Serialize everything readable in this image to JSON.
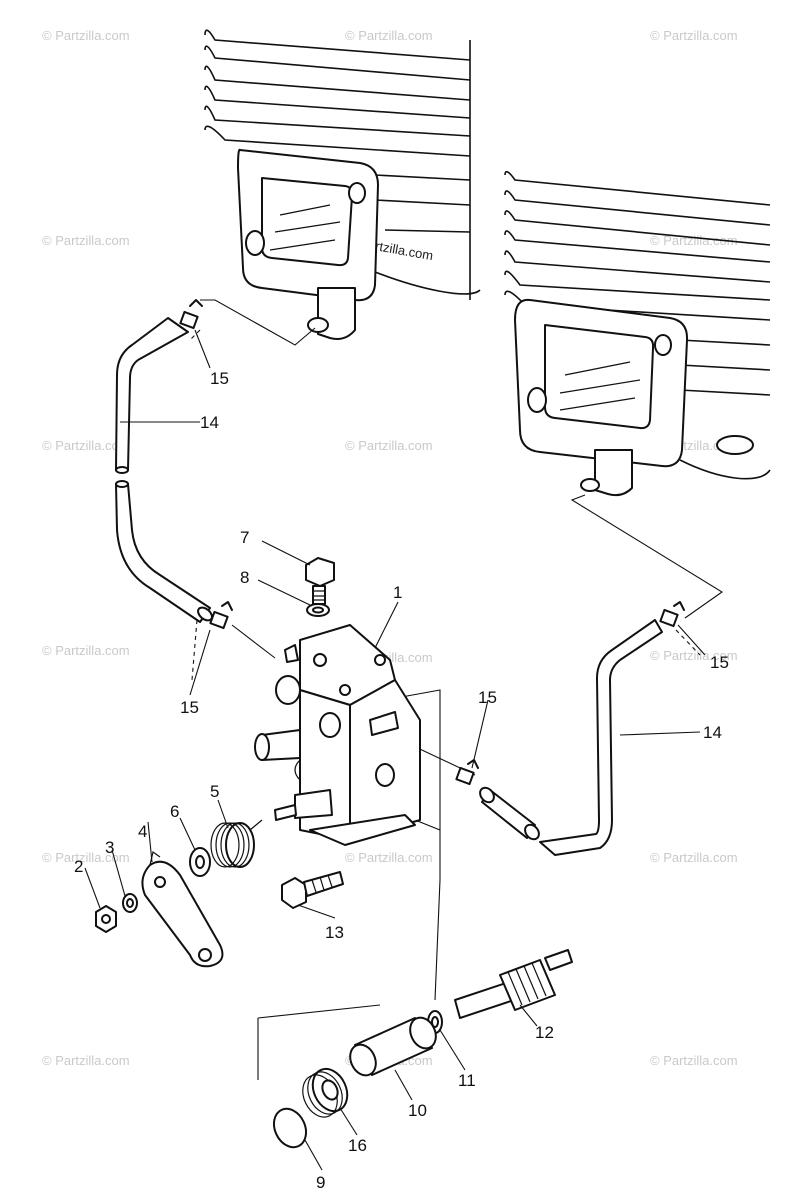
{
  "watermark": "© Partzilla.com",
  "callouts": {
    "c1": "1",
    "c2": "2",
    "c3": "3",
    "c4": "4",
    "c5": "5",
    "c6": "6",
    "c7": "7",
    "c8": "8",
    "c9": "9",
    "c10": "10",
    "c11": "11",
    "c12": "12",
    "c13": "13",
    "c14_left": "14",
    "c14_right": "14",
    "c15_top_left": "15",
    "c15_mid_left": "15",
    "c15_center": "15",
    "c15_right": "15",
    "c16": "16"
  }
}
